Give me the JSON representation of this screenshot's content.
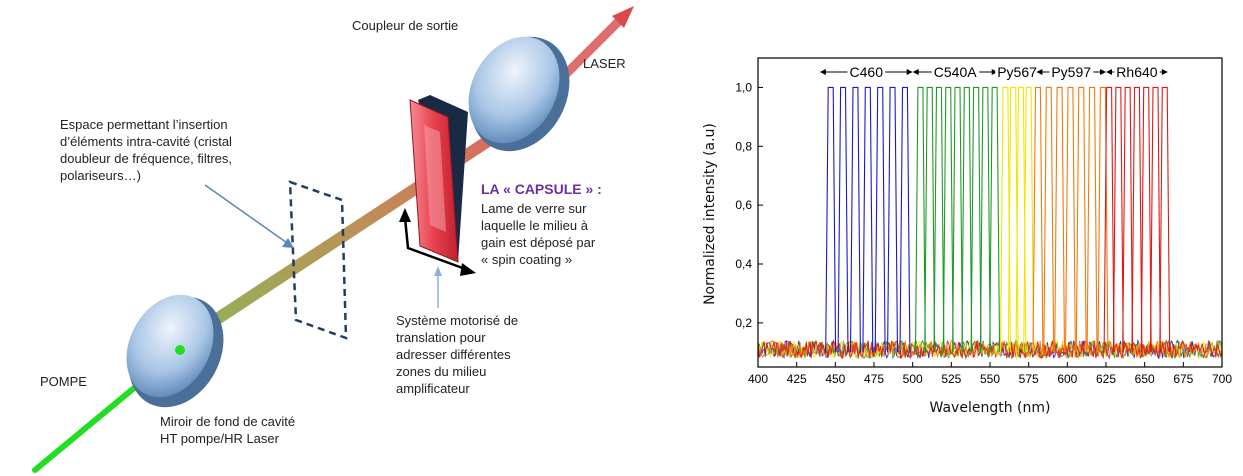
{
  "diagram": {
    "output_coupler": "Coupleur de sortie",
    "laser": "LASER",
    "intracavity_space": [
      "Espace permettant l’insertion",
      "d’éléments intra-cavité (cristal",
      "doubleur de fréquence, filtres,",
      "polariseurs…)"
    ],
    "capsule_title": "LA « CAPSULE » :",
    "capsule_desc": [
      "Lame de verre sur",
      "laquelle le milieu à",
      "gain est déposé par",
      "« spin coating »"
    ],
    "translation_system": [
      "Système motorisé de",
      "translation pour",
      "adresser différentes",
      "zones du milieu",
      "amplificateur"
    ],
    "pump": "POMPE",
    "back_mirror": [
      "Miroir de fond de cavité",
      "HT pompe/HR Laser"
    ]
  },
  "colors": {
    "pump_beam": "#22dd22",
    "laser_beam": "#d94a4a",
    "capsule": "#e8404e",
    "mirror": "#6f9fd0",
    "c460": "#1a1acc",
    "c540a": "#1f9a2a",
    "py567": "#f2e600",
    "py597": "#f07a10",
    "rh640": "#e01818"
  },
  "chart_data": {
    "type": "line",
    "xlabel": "Wavelength (nm)",
    "ylabel": "Normalized intensity (a.u)",
    "xlim": [
      400,
      700
    ],
    "ylim": [
      0.05,
      1.1
    ],
    "xticks": [
      "400",
      "425",
      "450",
      "475",
      "500",
      "525",
      "550",
      "575",
      "600",
      "625",
      "650",
      "675",
      "700"
    ],
    "yticks": [
      "0,2",
      "0,4",
      "0,6",
      "0,8",
      "1,0"
    ],
    "series": [
      {
        "name": "C460",
        "color": "#1a1acc",
        "range": [
          440,
          500
        ],
        "peaks": [
          447,
          455,
          463,
          471,
          479,
          487,
          495
        ]
      },
      {
        "name": "C540A",
        "color": "#1f9a2a",
        "range": [
          500,
          555
        ],
        "peaks": [
          505,
          511,
          517,
          523,
          529,
          535,
          541,
          547,
          553
        ]
      },
      {
        "name": "Py567",
        "color": "#f2e600",
        "range": [
          555,
          580
        ],
        "peaks": [
          560,
          565,
          570,
          575
        ]
      },
      {
        "name": "Py597",
        "color": "#f07a10",
        "range": [
          580,
          625
        ],
        "peaks": [
          581,
          588,
          595,
          602,
          609,
          616,
          623
        ]
      },
      {
        "name": "Rh640",
        "color": "#e01818",
        "range": [
          625,
          665
        ],
        "peaks": [
          627,
          633,
          639,
          645,
          651,
          657,
          663
        ]
      }
    ]
  }
}
